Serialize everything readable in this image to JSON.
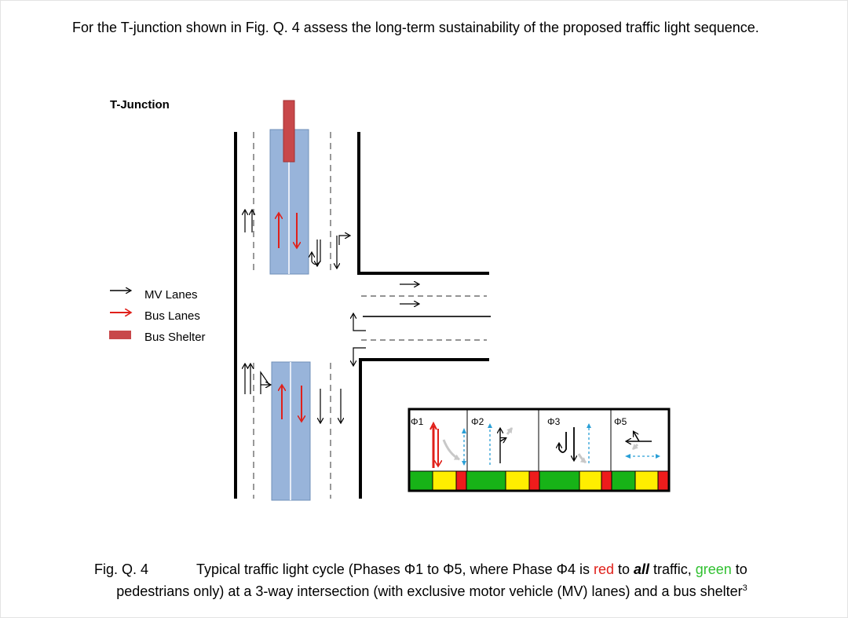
{
  "question": "For the T-junction shown in Fig. Q. 4 assess the long-term sustainability of the proposed traffic light sequence.",
  "figure": {
    "title": "T-Junction",
    "legend": [
      {
        "label": "MV Lanes",
        "color": "#000000"
      },
      {
        "label": "Bus Lanes",
        "color": "#e0201a"
      },
      {
        "label": "Bus Shelter",
        "color": "#c8484a"
      }
    ],
    "phases": [
      "Φ1",
      "Φ2",
      "Φ3",
      "Φ5"
    ],
    "colors": {
      "bus_lane": "#98b4da",
      "shelter": "#c8484a",
      "bus_arrow": "#e0201a",
      "ped": "#2a9fd6",
      "signal_green": "#17b317",
      "signal_yellow": "#ffee00",
      "signal_red": "#ee1c1c"
    }
  },
  "caption": {
    "fig_label": "Fig. Q. 4",
    "text_a": "Typical traffic light cycle (Phases Φ1 to Φ5, where Phase Φ4 is ",
    "red_word": "red",
    "text_b": " to ",
    "bold_word": "all",
    "text_c": " traffic, ",
    "green_word": "green",
    "text_d": " to",
    "line2": "pedestrians only) at a 3-way intersection (with exclusive motor vehicle (MV) lanes) and a bus shelter",
    "superscript": "3"
  }
}
